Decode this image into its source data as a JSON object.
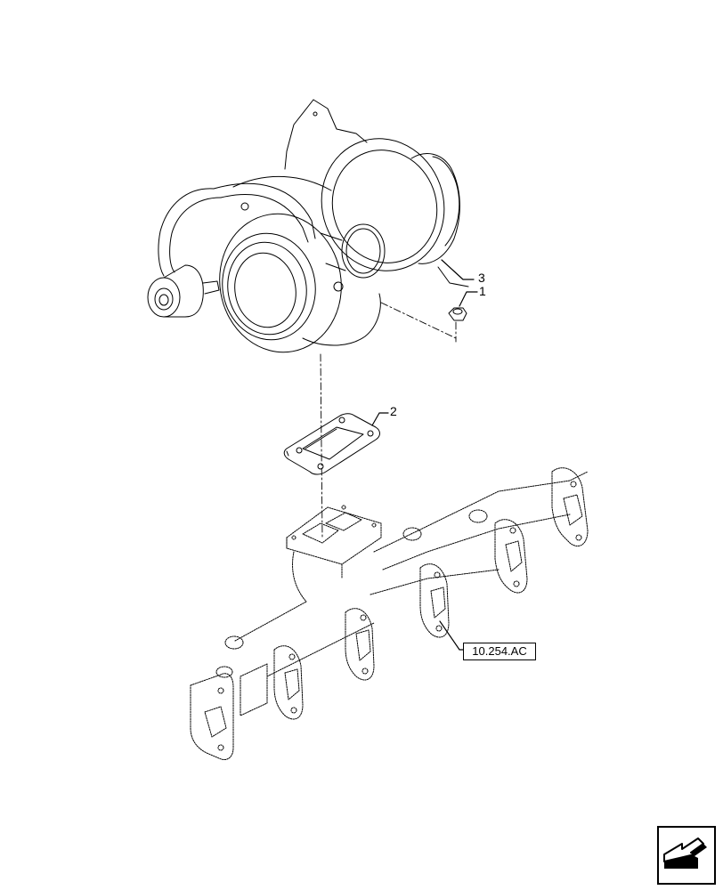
{
  "diagram": {
    "type": "exploded-parts-view",
    "subject": "Turbocharger mounted on exhaust manifold",
    "callouts": [
      {
        "id": "1",
        "label": "1",
        "part": "nut"
      },
      {
        "id": "2",
        "label": "2",
        "part": "gasket"
      },
      {
        "id": "3",
        "label": "3",
        "part": "turbocharger"
      }
    ],
    "reference": {
      "label": "10.254.AC",
      "part": "exhaust manifold"
    },
    "navigation": {
      "icon": "back-arrow-icon"
    }
  }
}
